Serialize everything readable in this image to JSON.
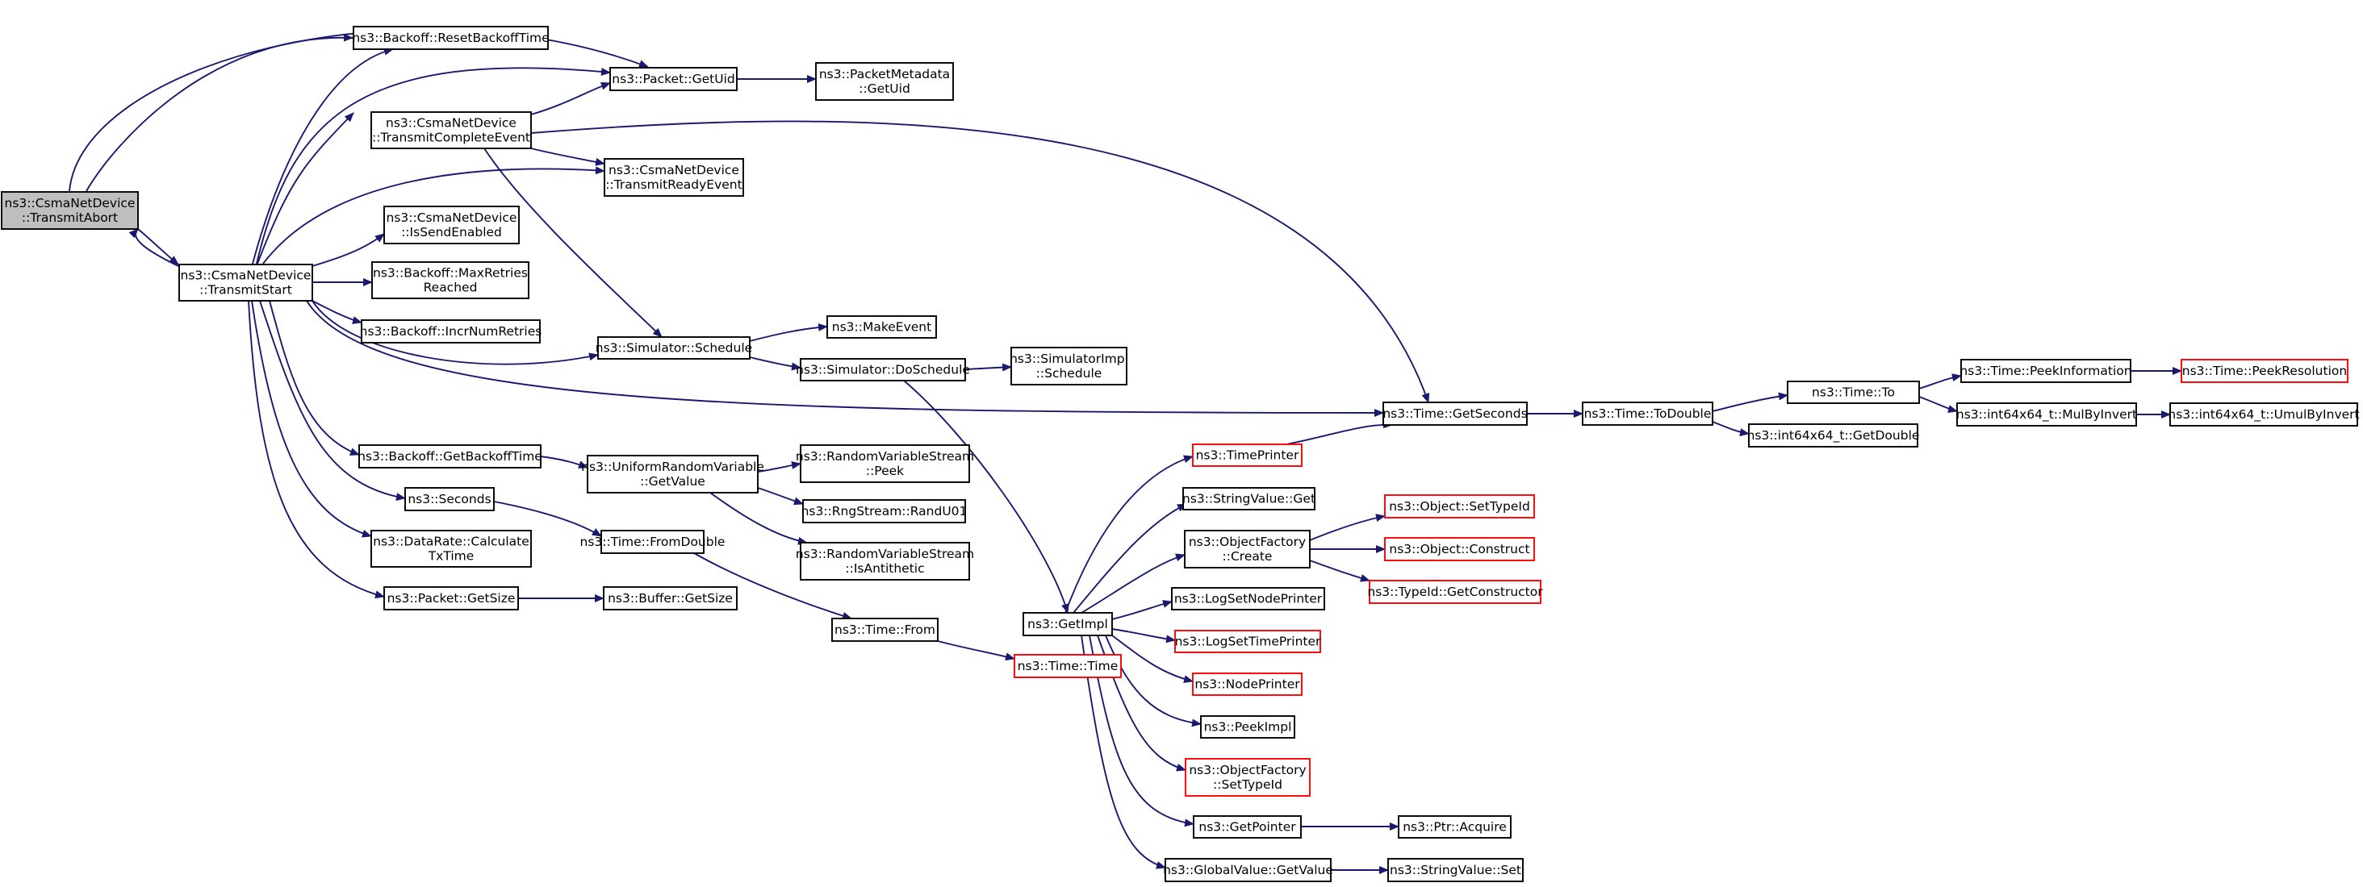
{
  "nodes": [
    {
      "id": "n0",
      "lines": [
        "ns3::CsmaNetDevice",
        "::TransmitAbort"
      ],
      "focus": true,
      "trunc": false
    },
    {
      "id": "n1",
      "lines": [
        "ns3::CsmaNetDevice",
        "::TransmitStart"
      ],
      "focus": false,
      "trunc": false
    },
    {
      "id": "n2",
      "lines": [
        "ns3::Backoff::ResetBackoffTime"
      ],
      "focus": false,
      "trunc": false
    },
    {
      "id": "n3",
      "lines": [
        "ns3::Packet::GetUid"
      ],
      "focus": false,
      "trunc": false
    },
    {
      "id": "n4",
      "lines": [
        "ns3::PacketMetadata",
        "::GetUid"
      ],
      "focus": false,
      "trunc": false
    },
    {
      "id": "n5",
      "lines": [
        "ns3::CsmaNetDevice",
        "::TransmitCompleteEvent"
      ],
      "focus": false,
      "trunc": false
    },
    {
      "id": "n6",
      "lines": [
        "ns3::CsmaNetDevice",
        "::TransmitReadyEvent"
      ],
      "focus": false,
      "trunc": false
    },
    {
      "id": "n7",
      "lines": [
        "ns3::CsmaNetDevice",
        "::IsSendEnabled"
      ],
      "focus": false,
      "trunc": false
    },
    {
      "id": "n8",
      "lines": [
        "ns3::Backoff::MaxRetries",
        "Reached"
      ],
      "focus": false,
      "trunc": false
    },
    {
      "id": "n9",
      "lines": [
        "ns3::Backoff::IncrNumRetries"
      ],
      "focus": false,
      "trunc": false
    },
    {
      "id": "n10",
      "lines": [
        "ns3::Simulator::Schedule"
      ],
      "focus": false,
      "trunc": false
    },
    {
      "id": "n11",
      "lines": [
        "ns3::MakeEvent"
      ],
      "focus": false,
      "trunc": false
    },
    {
      "id": "n12",
      "lines": [
        "ns3::Simulator::DoSchedule"
      ],
      "focus": false,
      "trunc": false
    },
    {
      "id": "n13",
      "lines": [
        "ns3::SimulatorImpl",
        "::Schedule"
      ],
      "focus": false,
      "trunc": false
    },
    {
      "id": "n14",
      "lines": [
        "ns3::Time::GetSeconds"
      ],
      "focus": false,
      "trunc": false
    },
    {
      "id": "n15",
      "lines": [
        "ns3::Time::ToDouble"
      ],
      "focus": false,
      "trunc": false
    },
    {
      "id": "n16",
      "lines": [
        "ns3::Time::To"
      ],
      "focus": false,
      "trunc": false
    },
    {
      "id": "n17",
      "lines": [
        "ns3::int64x64_t::GetDouble"
      ],
      "focus": false,
      "trunc": false
    },
    {
      "id": "n18",
      "lines": [
        "ns3::Time::PeekInformation"
      ],
      "focus": false,
      "trunc": false
    },
    {
      "id": "n19",
      "lines": [
        "ns3::Time::PeekResolution"
      ],
      "focus": false,
      "trunc": true
    },
    {
      "id": "n20",
      "lines": [
        "ns3::int64x64_t::MulByInvert"
      ],
      "focus": false,
      "trunc": false
    },
    {
      "id": "n21",
      "lines": [
        "ns3::int64x64_t::UmulByInvert"
      ],
      "focus": false,
      "trunc": false
    },
    {
      "id": "n22",
      "lines": [
        "ns3::Backoff::GetBackoffTime"
      ],
      "focus": false,
      "trunc": false
    },
    {
      "id": "n23",
      "lines": [
        "ns3::UniformRandomVariable",
        "::GetValue"
      ],
      "focus": false,
      "trunc": false
    },
    {
      "id": "n24",
      "lines": [
        "ns3::RandomVariableStream",
        "::Peek"
      ],
      "focus": false,
      "trunc": false
    },
    {
      "id": "n25",
      "lines": [
        "ns3::RngStream::RandU01"
      ],
      "focus": false,
      "trunc": false
    },
    {
      "id": "n26",
      "lines": [
        "ns3::RandomVariableStream",
        "::IsAntithetic"
      ],
      "focus": false,
      "trunc": false
    },
    {
      "id": "n27",
      "lines": [
        "ns3::Seconds"
      ],
      "focus": false,
      "trunc": false
    },
    {
      "id": "n28",
      "lines": [
        "ns3::Time::FromDouble"
      ],
      "focus": false,
      "trunc": false
    },
    {
      "id": "n29",
      "lines": [
        "ns3::DataRate::Calculate",
        "TxTime"
      ],
      "focus": false,
      "trunc": false
    },
    {
      "id": "n30",
      "lines": [
        "ns3::Packet::GetSize"
      ],
      "focus": false,
      "trunc": false
    },
    {
      "id": "n31",
      "lines": [
        "ns3::Buffer::GetSize"
      ],
      "focus": false,
      "trunc": false
    },
    {
      "id": "n32",
      "lines": [
        "ns3::Time::From"
      ],
      "focus": false,
      "trunc": false
    },
    {
      "id": "n33",
      "lines": [
        "ns3::Time::Time"
      ],
      "focus": false,
      "trunc": true
    },
    {
      "id": "n34",
      "lines": [
        "ns3::GetImpl"
      ],
      "focus": false,
      "trunc": false
    },
    {
      "id": "n35",
      "lines": [
        "ns3::TimePrinter"
      ],
      "focus": false,
      "trunc": true
    },
    {
      "id": "n36",
      "lines": [
        "ns3::StringValue::Get"
      ],
      "focus": false,
      "trunc": false
    },
    {
      "id": "n37",
      "lines": [
        "ns3::ObjectFactory",
        "::Create"
      ],
      "focus": false,
      "trunc": false
    },
    {
      "id": "n38",
      "lines": [
        "ns3::Object::SetTypeId"
      ],
      "focus": false,
      "trunc": true
    },
    {
      "id": "n39",
      "lines": [
        "ns3::Object::Construct"
      ],
      "focus": false,
      "trunc": true
    },
    {
      "id": "n40",
      "lines": [
        "ns3::TypeId::GetConstructor"
      ],
      "focus": false,
      "trunc": true
    },
    {
      "id": "n41",
      "lines": [
        "ns3::LogSetNodePrinter"
      ],
      "focus": false,
      "trunc": false
    },
    {
      "id": "n42",
      "lines": [
        "ns3::LogSetTimePrinter"
      ],
      "focus": false,
      "trunc": true
    },
    {
      "id": "n43",
      "lines": [
        "ns3::NodePrinter"
      ],
      "focus": false,
      "trunc": true
    },
    {
      "id": "n44",
      "lines": [
        "ns3::PeekImpl"
      ],
      "focus": false,
      "trunc": false
    },
    {
      "id": "n45",
      "lines": [
        "ns3::ObjectFactory",
        "::SetTypeId"
      ],
      "focus": false,
      "trunc": true
    },
    {
      "id": "n46",
      "lines": [
        "ns3::GetPointer"
      ],
      "focus": false,
      "trunc": false
    },
    {
      "id": "n47",
      "lines": [
        "ns3::Ptr::Acquire"
      ],
      "focus": false,
      "trunc": false
    },
    {
      "id": "n48",
      "lines": [
        "ns3::GlobalValue::GetValue"
      ],
      "focus": false,
      "trunc": false
    },
    {
      "id": "n49",
      "lines": [
        "ns3::StringValue::Set"
      ],
      "focus": false,
      "trunc": false
    }
  ],
  "colors": {
    "edge": "#191970",
    "node_border": "#000000",
    "focus_fill": "#bfbfbf",
    "truncated_border": "#ff0000"
  }
}
